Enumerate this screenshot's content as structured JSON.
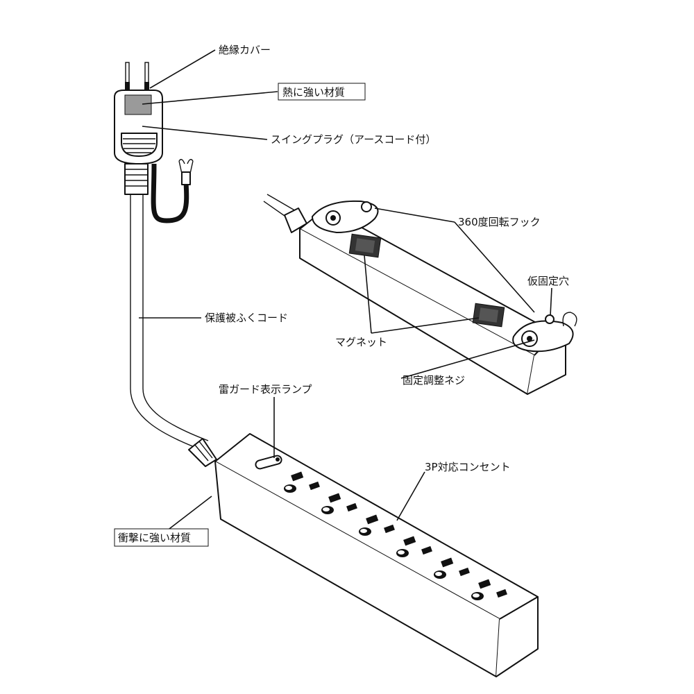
{
  "title": "電源タップ 各部名称",
  "labels": {
    "insulation_cover": "絶縁カバー",
    "heat_resistant": "熱に強い材質",
    "swing_plug": "スイングプラグ（アースコード付）",
    "rotating_hook": "360度回転フック",
    "temp_hole": "仮固定穴",
    "magnet": "マグネット",
    "adjust_screw": "固定調整ネジ",
    "protected_cord": "保護被ふくコード",
    "surge_lamp": "雷ガード表示ランプ",
    "outlet_3p": "3P対応コンセント",
    "impact_resistant": "衝撃に強い材質"
  },
  "colors": {
    "line": "#111111",
    "gray": "#9a9a9a",
    "background": "#ffffff"
  }
}
